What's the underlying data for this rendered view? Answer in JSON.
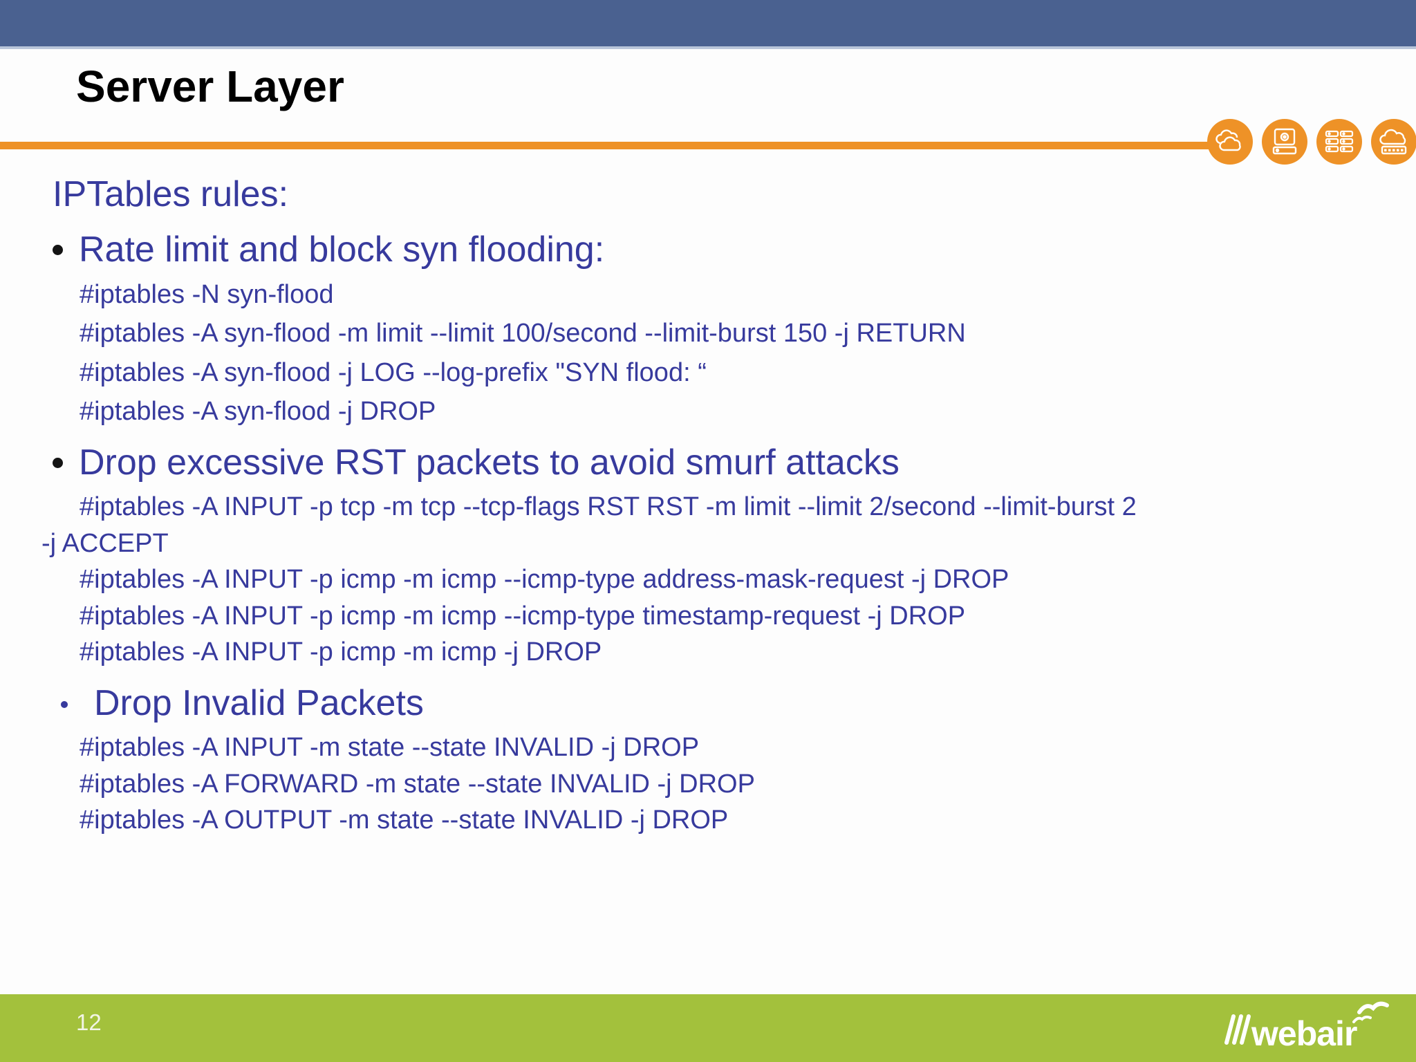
{
  "slide": {
    "header": {
      "title": "Server Layer"
    },
    "decor": {
      "icons": [
        {
          "name": "clouds-icon"
        },
        {
          "name": "desktop-computer-icon"
        },
        {
          "name": "server-rack-icon"
        },
        {
          "name": "cloud-network-icon"
        }
      ]
    },
    "body": {
      "intro": "IPTables rules:",
      "sections": [
        {
          "heading": "Rate limit and block syn flooding:",
          "bullet": "large",
          "spacing": "loose",
          "lines": [
            {
              "text": "#iptables -N syn-flood",
              "indent": "code"
            },
            {
              "text": "#iptables -A syn-flood -m limit --limit 100/second --limit-burst 150 -j RETURN",
              "indent": "code"
            },
            {
              "text": "#iptables -A syn-flood -j LOG --log-prefix \"SYN flood: “",
              "indent": "code"
            },
            {
              "text": "#iptables -A syn-flood -j DROP",
              "indent": "code"
            }
          ]
        },
        {
          "heading": "Drop excessive RST packets to avoid smurf attacks",
          "bullet": "large",
          "spacing": "tight",
          "lines": [
            {
              "text": "#iptables -A INPUT -p tcp -m tcp --tcp-flags RST RST -m limit --limit 2/second --limit-burst 2",
              "indent": "code"
            },
            {
              "text": "-j ACCEPT",
              "indent": "none"
            },
            {
              "text": "#iptables -A INPUT -p icmp -m icmp --icmp-type address-mask-request -j DROP",
              "indent": "code"
            },
            {
              "text": "#iptables -A INPUT -p icmp -m icmp --icmp-type timestamp-request -j DROP",
              "indent": "code"
            },
            {
              "text": "#iptables -A INPUT -p icmp -m icmp -j DROP",
              "indent": "code"
            }
          ]
        },
        {
          "heading": "Drop Invalid Packets",
          "bullet": "small",
          "spacing": "tight",
          "lines": [
            {
              "text": "#iptables -A INPUT -m state --state INVALID -j DROP",
              "indent": "code"
            },
            {
              "text": "#iptables -A FORWARD -m state --state INVALID -j DROP",
              "indent": "code"
            },
            {
              "text": "#iptables -A OUTPUT -m state --state INVALID -j DROP",
              "indent": "code"
            }
          ]
        }
      ]
    },
    "footer": {
      "page_number": "12",
      "logo_text": "webair"
    },
    "colors": {
      "top_bar": "#4a6190",
      "accent_orange": "#ee9227",
      "body_text": "#373a9d",
      "footer_green": "#a3c13c",
      "title_black": "#000000"
    }
  }
}
